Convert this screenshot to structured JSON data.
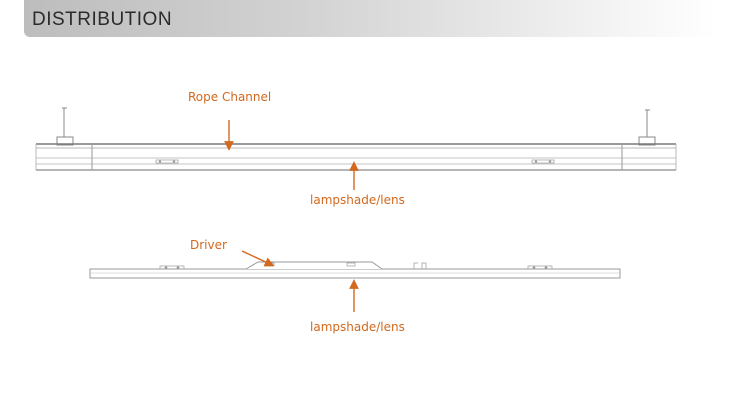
{
  "header": {
    "title": "DISTRIBUTION"
  },
  "colors": {
    "accent": "#d2691e",
    "line": "#9a9a9a"
  },
  "top_diagram": {
    "label_top": "Rope Channel",
    "label_bottom": "lampshade/lens"
  },
  "bottom_diagram": {
    "label_driver": "Driver",
    "label_bottom": "lampshade/lens"
  }
}
